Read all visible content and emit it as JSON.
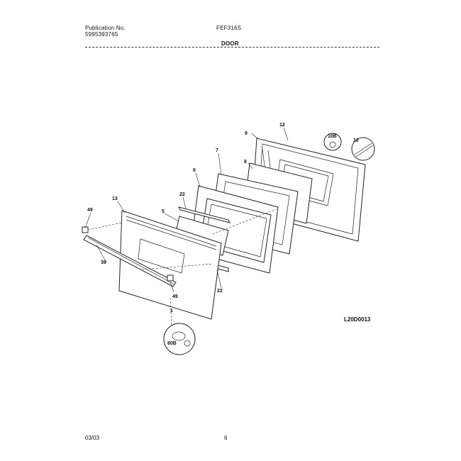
{
  "header": {
    "publication_label": "Publication No.",
    "publication_number": "5995393765",
    "model": "FEF316S",
    "section_title": "DOOR"
  },
  "callouts": {
    "c9": "9",
    "c12": "12",
    "c10b": "10B",
    "c10": "10",
    "c7": "7",
    "c8": "8",
    "c6": "6",
    "c22_top": "22",
    "c5": "5",
    "c13": "13",
    "c49_top": "49",
    "c39": "39",
    "c49_bottom": "49",
    "c22_bottom": "22",
    "c1": "1",
    "c60b": "60B"
  },
  "diagram_code": "L20D0013",
  "footer": {
    "date": "03/03",
    "page": "6"
  }
}
